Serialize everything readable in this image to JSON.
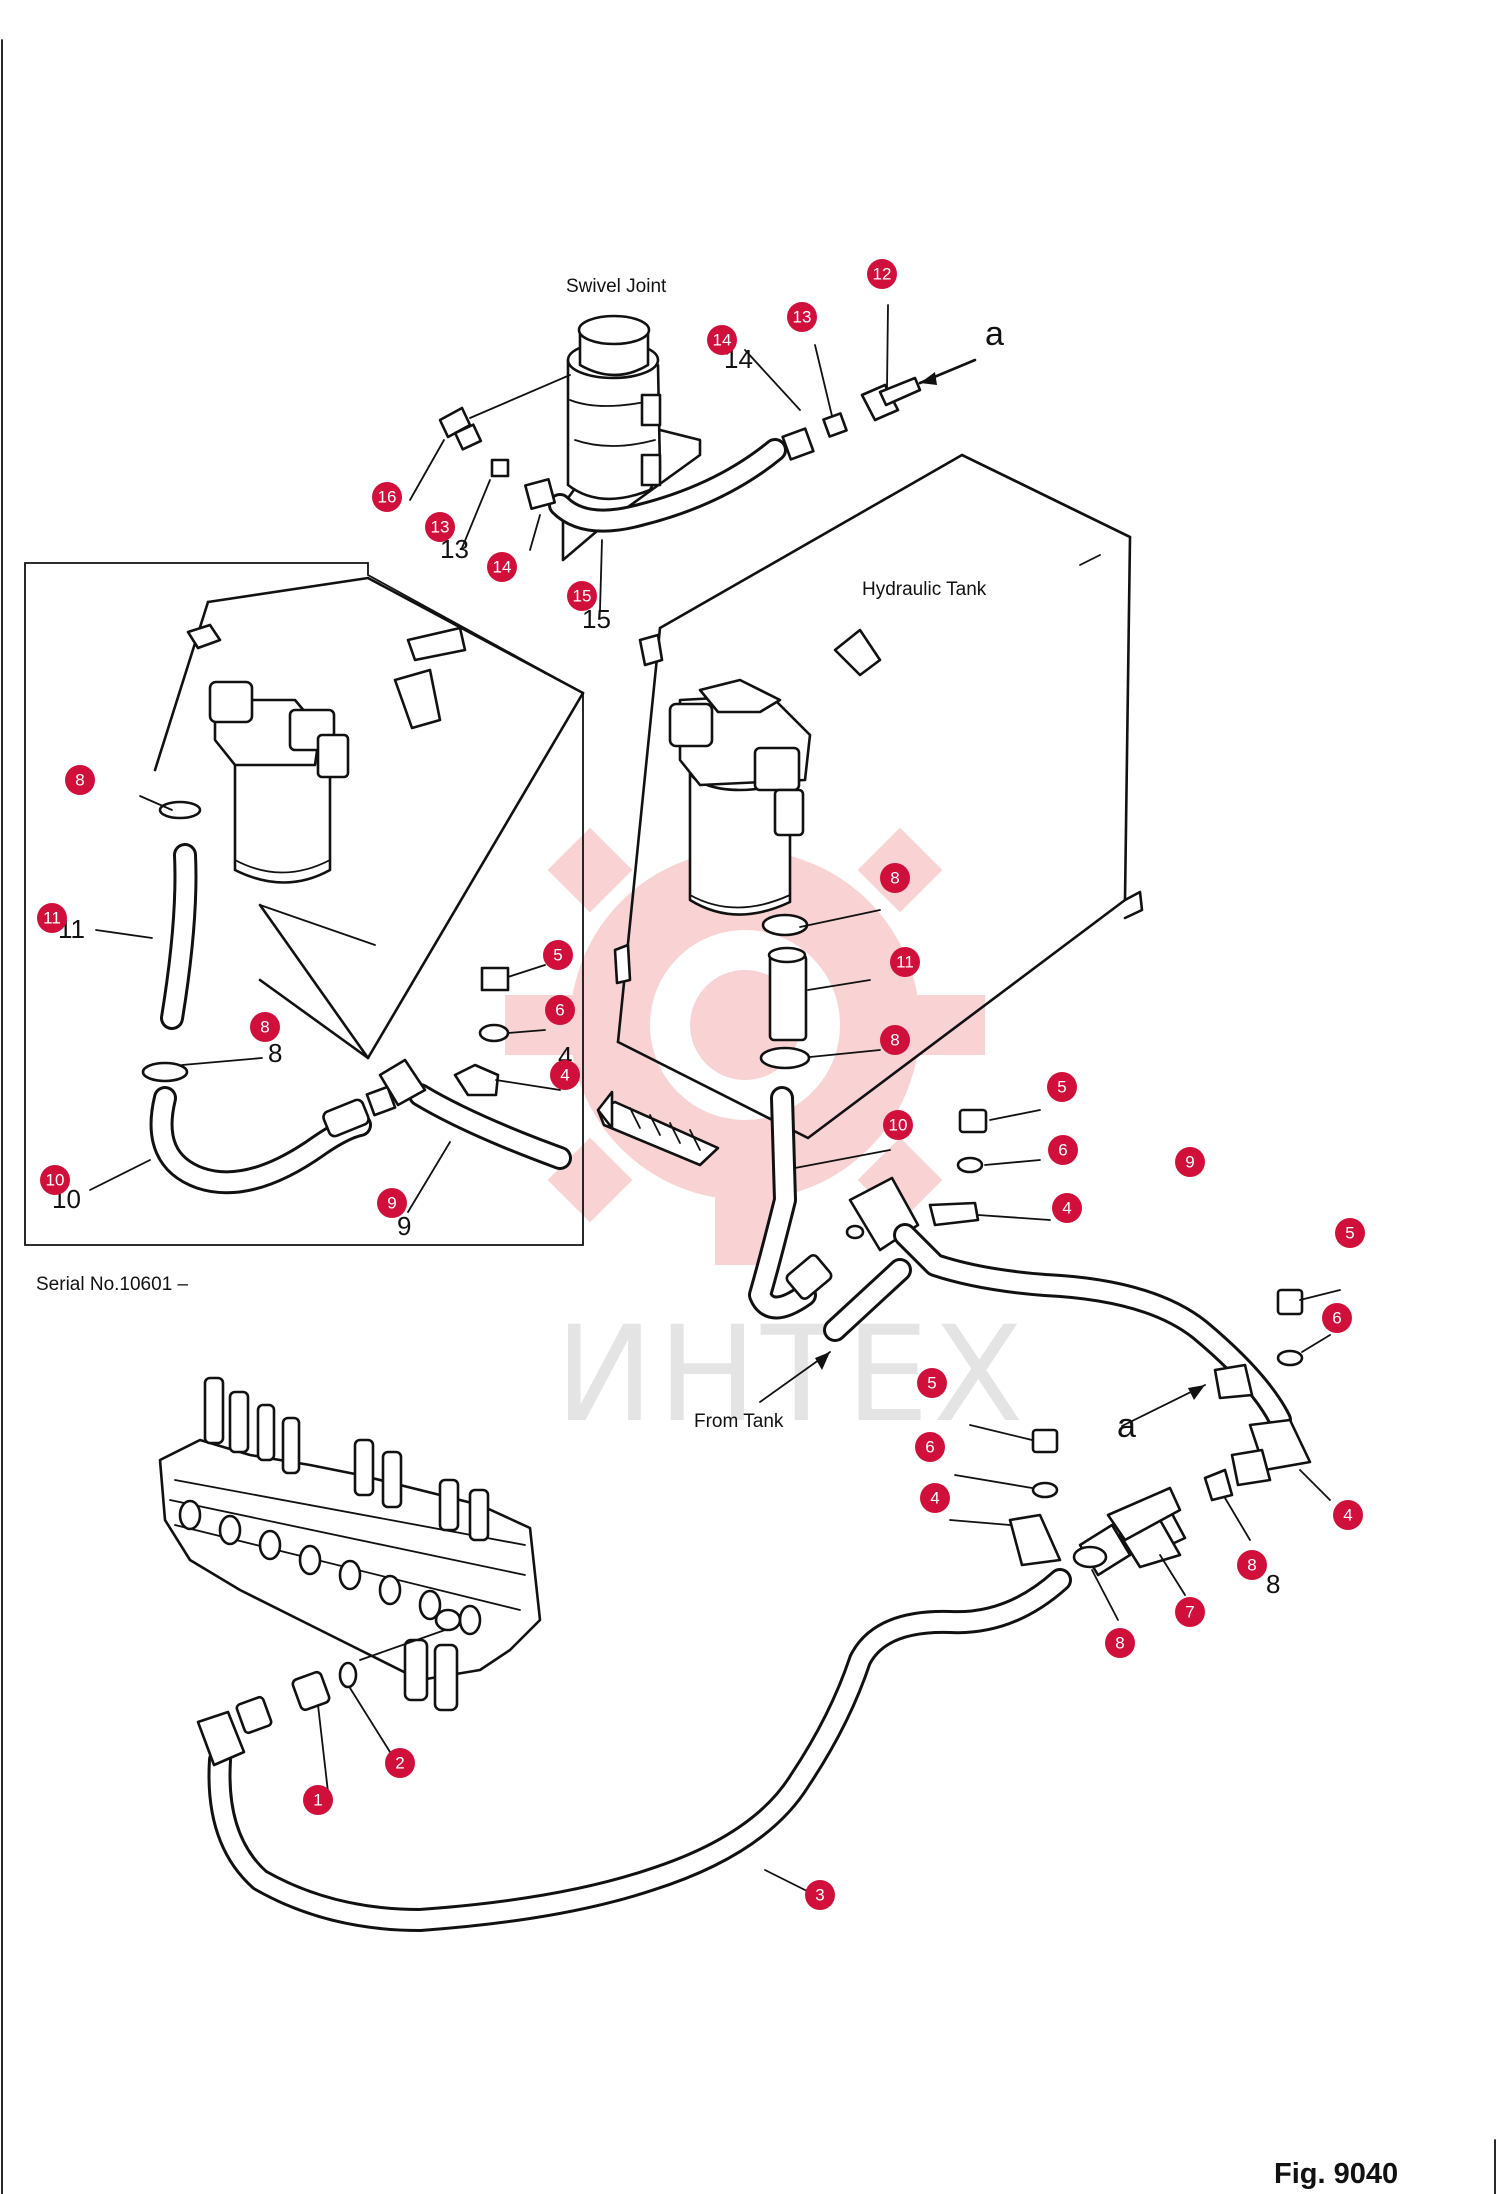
{
  "labels": {
    "swivel_joint": "Swivel Joint",
    "hydraulic_tank": "Hydraulic Tank",
    "serial": "Serial No.10601 –",
    "from_tank": "From Tank",
    "view_a_top": "a",
    "view_a_mid": "a",
    "figure": "Fig. 9040"
  },
  "watermark": {
    "text": "ИНТЕХ",
    "color": "#f2a0a0"
  },
  "accent_color": "#d0103a",
  "print_numbers": [
    {
      "id": "13",
      "text": "13"
    },
    {
      "id": "14",
      "text": "14"
    },
    {
      "id": "15",
      "text": "15"
    },
    {
      "id": "11",
      "text": "11"
    },
    {
      "id": "8a",
      "text": "8"
    },
    {
      "id": "10",
      "text": "10"
    },
    {
      "id": "9",
      "text": "9"
    },
    {
      "id": "4",
      "text": "4"
    },
    {
      "id": "8b",
      "text": "8"
    }
  ],
  "callouts": [
    {
      "id": "c12",
      "text": "12"
    },
    {
      "id": "c13a",
      "text": "13"
    },
    {
      "id": "c14a",
      "text": "14"
    },
    {
      "id": "c16",
      "text": "16"
    },
    {
      "id": "c13b",
      "text": "13"
    },
    {
      "id": "c14b",
      "text": "14"
    },
    {
      "id": "c15",
      "text": "15"
    },
    {
      "id": "c8a",
      "text": "8"
    },
    {
      "id": "c11a",
      "text": "11"
    },
    {
      "id": "c8b",
      "text": "8"
    },
    {
      "id": "c10a",
      "text": "10"
    },
    {
      "id": "c5a",
      "text": "5"
    },
    {
      "id": "c6a",
      "text": "6"
    },
    {
      "id": "c4a",
      "text": "4"
    },
    {
      "id": "c9a",
      "text": "9"
    },
    {
      "id": "c8c",
      "text": "8"
    },
    {
      "id": "c11b",
      "text": "11"
    },
    {
      "id": "c8d",
      "text": "8"
    },
    {
      "id": "c10b",
      "text": "10"
    },
    {
      "id": "c5b",
      "text": "5"
    },
    {
      "id": "c6b",
      "text": "6"
    },
    {
      "id": "c4b",
      "text": "4"
    },
    {
      "id": "c9b",
      "text": "9"
    },
    {
      "id": "c5c",
      "text": "5"
    },
    {
      "id": "c6c",
      "text": "6"
    },
    {
      "id": "c5d",
      "text": "5"
    },
    {
      "id": "c6d",
      "text": "6"
    },
    {
      "id": "c4c",
      "text": "4"
    },
    {
      "id": "c4d",
      "text": "4"
    },
    {
      "id": "c8e",
      "text": "8"
    },
    {
      "id": "c7",
      "text": "7"
    },
    {
      "id": "c8f",
      "text": "8"
    },
    {
      "id": "c1",
      "text": "1"
    },
    {
      "id": "c2",
      "text": "2"
    },
    {
      "id": "c3",
      "text": "3"
    }
  ]
}
